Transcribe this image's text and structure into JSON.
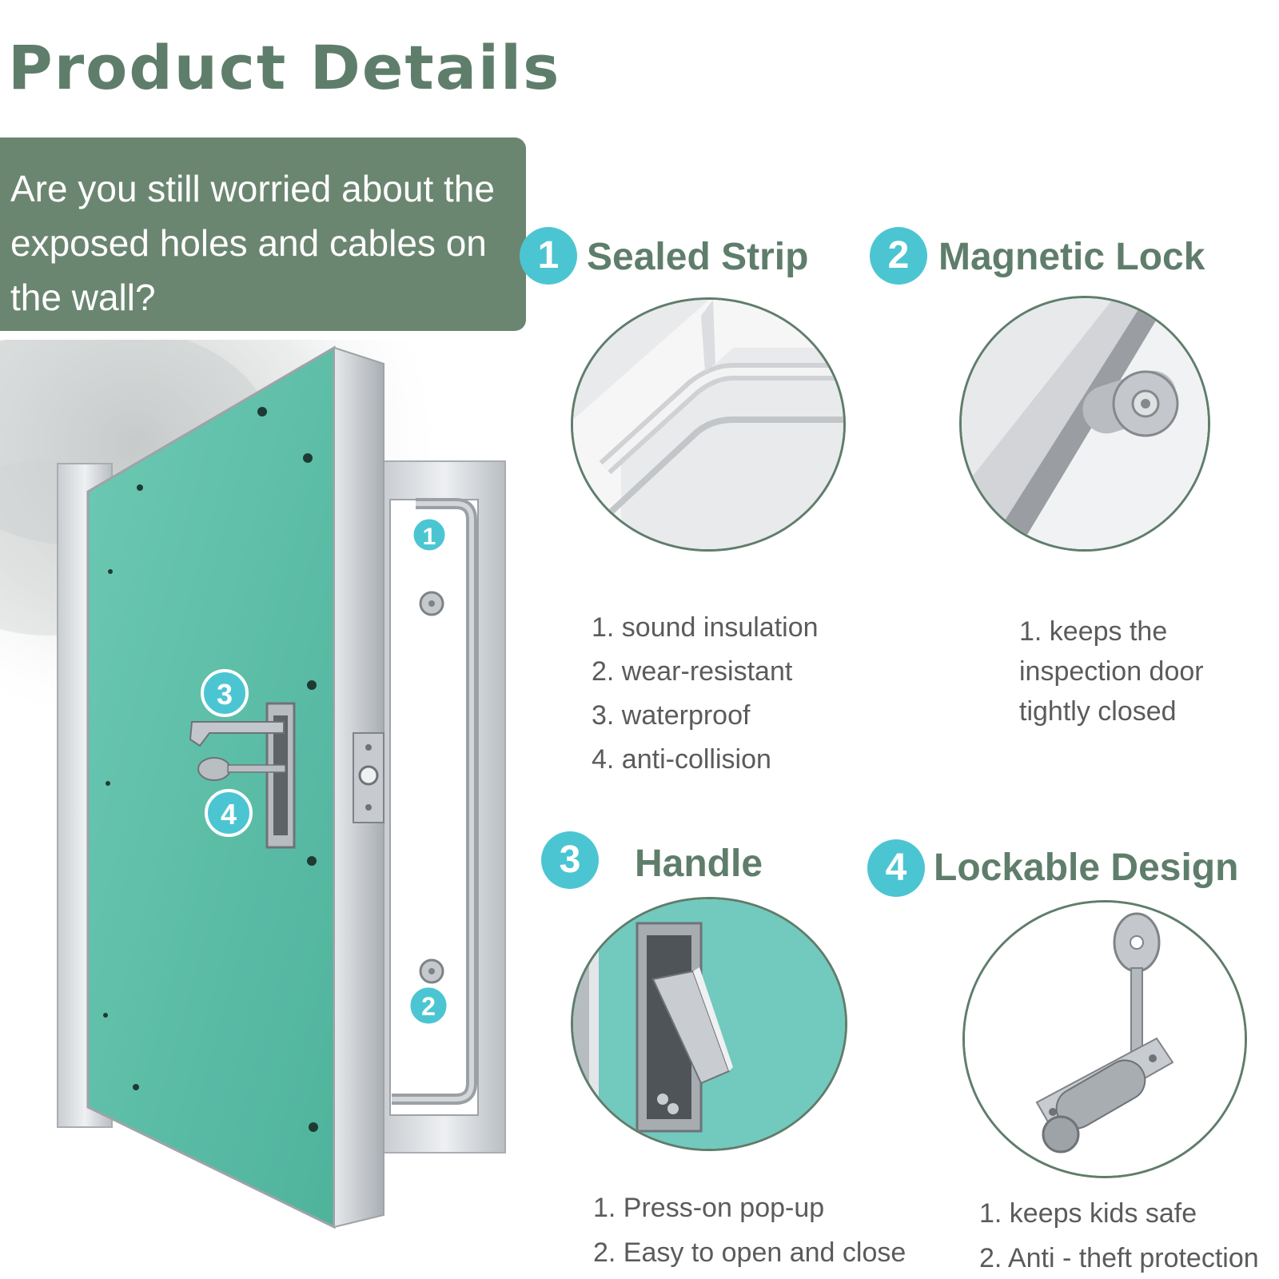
{
  "header": {
    "title": "Product Details"
  },
  "intro": {
    "question": "Are you still worried about the exposed holes and cables on the wall?"
  },
  "illustration": {
    "markers": [
      {
        "number": "1"
      },
      {
        "number": "2"
      },
      {
        "number": "3"
      },
      {
        "number": "4"
      }
    ]
  },
  "features": [
    {
      "number": "1",
      "title": "Sealed Strip",
      "items": [
        "1. sound insulation",
        "2. wear-resistant",
        "3. waterproof",
        "4. anti-collision"
      ]
    },
    {
      "number": "2",
      "title": "Magnetic Lock",
      "items": [
        "1. keeps the inspection door tightly closed"
      ]
    },
    {
      "number": "3",
      "title": "Handle",
      "items": [
        "1. Press-on pop-up",
        "2. Easy to open and close"
      ]
    },
    {
      "number": "4",
      "title": "Lockable Design",
      "items": [
        "1. keeps kids safe",
        "2. Anti - theft protection"
      ]
    }
  ],
  "colors": {
    "title_green": "#5f7d6b",
    "box_green": "#6b8670",
    "badge_cyan": "#4cc5d2",
    "panel_green": "#5fbfa9",
    "frame_silver": "#d7dbde",
    "text_gray": "#5b5b5b"
  }
}
